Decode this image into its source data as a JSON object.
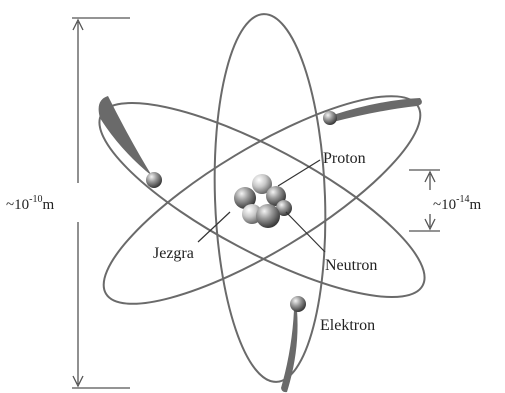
{
  "labels": {
    "proton": "Proton",
    "nucleus": "Jezgra",
    "neutron": "Neutron",
    "electron": "Elektron"
  },
  "atom_scale": {
    "prefix": "~10",
    "exponent": "-10",
    "unit": "m"
  },
  "nucleus_scale": {
    "prefix": "~10",
    "exponent": "-14",
    "unit": "m"
  },
  "colors": {
    "line": "#555555",
    "orbit": "#6a6a6a",
    "text": "#222222",
    "particle_dark": "#3a3a3a",
    "particle_light": "#dddddd"
  }
}
